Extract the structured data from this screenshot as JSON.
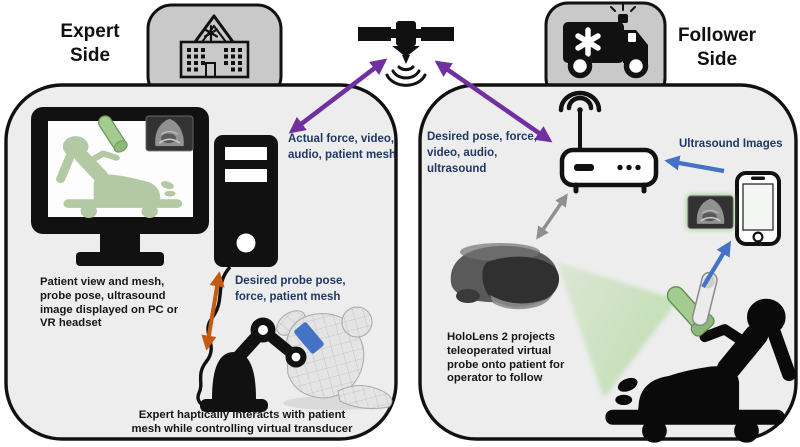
{
  "titles": {
    "expert": "Expert\nSide",
    "follower": "Follower\nSide"
  },
  "labels": {
    "uplink": "Actual force, video,\naudio, patient mesh",
    "downlink": "Desired pose, force,\nvideo, audio,\nultrasound",
    "ultrasound_images": "Ultrasound Images",
    "desired_probe": "Desired probe pose,\nforce, patient mesh"
  },
  "captions": {
    "display": "Patient view and mesh,\nprobe pose, ultrasound\nimage displayed on PC or\nVR headset",
    "haptic": "Expert haptically interacts with patient\nmesh while controlling virtual transducer",
    "hololens": "HoloLens 2 projects\nteleoperated virtual\nprobe onto patient for\noperator to follow"
  },
  "icons": [
    "hospital-building-icon",
    "ambulance-icon",
    "satellite-icon",
    "monitor-icon",
    "pc-tower-icon",
    "haptic-device-icon",
    "patient-mesh-icon",
    "router-icon",
    "wifi-signal-icon",
    "hololens-icon",
    "smartphone-icon",
    "ultrasound-thumbnail",
    "patient-stretcher-icon",
    "virtual-probe-icon",
    "actual-probe-icon"
  ],
  "colors": {
    "panel_fill": "#ededed",
    "badge_fill": "#c9c9c9",
    "link_purple": "#7030a0",
    "link_orange": "#c55a11",
    "link_grey": "#8f8f8f",
    "link_blue": "#4472c4",
    "label_blue": "#1f3864",
    "patient_green": "#b3c9a3",
    "probe_green": "#a4cc90",
    "cone_green": "#a5d48e"
  }
}
